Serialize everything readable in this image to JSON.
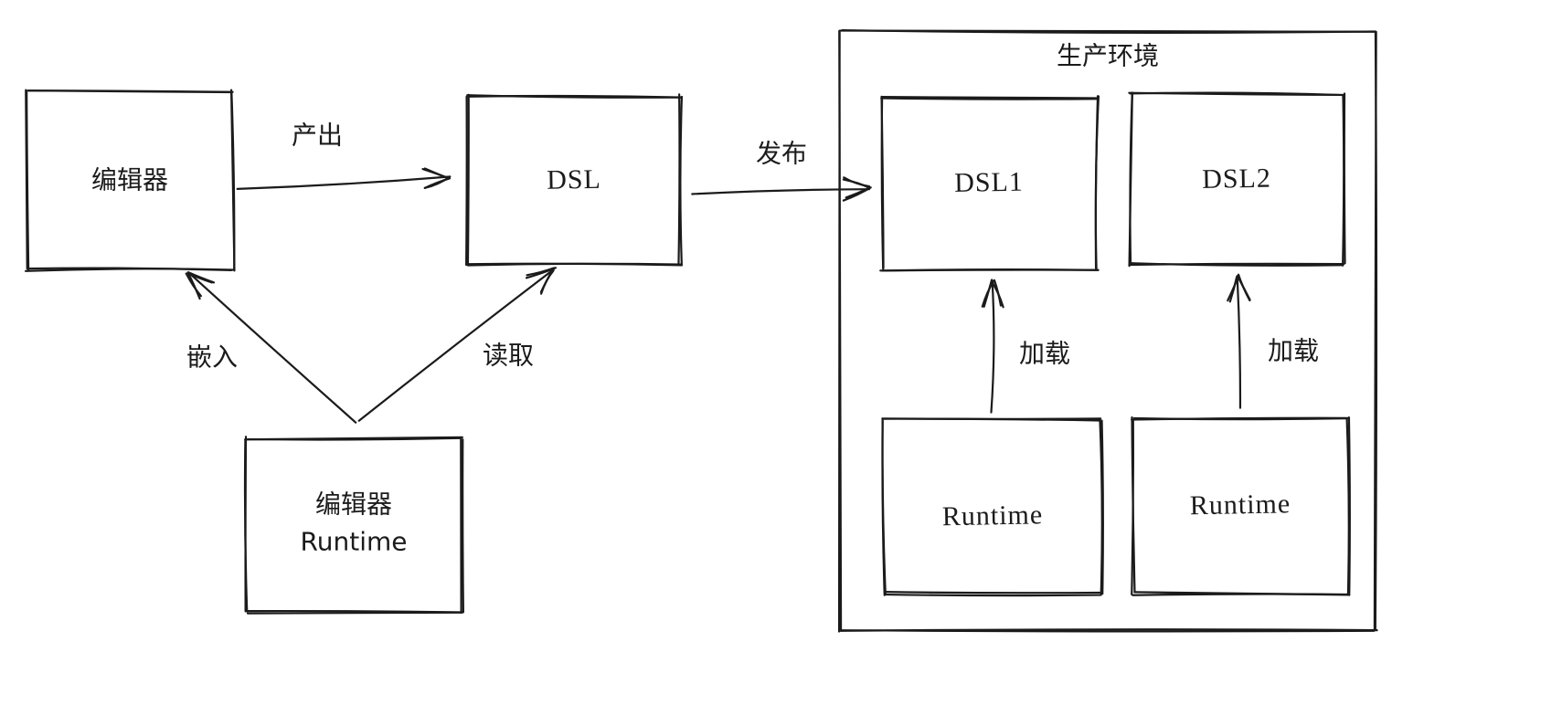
{
  "nodes": {
    "editor": {
      "label": "编辑器"
    },
    "dsl": {
      "label": "DSL"
    },
    "editor_runtime": {
      "label": "编辑器\nRuntime"
    },
    "prod_env": {
      "label": "生产环境"
    },
    "dsl1": {
      "label": "DSL1"
    },
    "dsl2": {
      "label": "DSL2"
    },
    "runtime1": {
      "label": "Runtime"
    },
    "runtime2": {
      "label": "Runtime"
    }
  },
  "edges": {
    "produce": {
      "label": "产出"
    },
    "publish": {
      "label": "发布"
    },
    "embed": {
      "label": "嵌入"
    },
    "read": {
      "label": "读取"
    },
    "load1": {
      "label": "加载"
    },
    "load2": {
      "label": "加载"
    }
  },
  "colors": {
    "stroke": "#1b1b1b",
    "background": "#ffffff"
  }
}
